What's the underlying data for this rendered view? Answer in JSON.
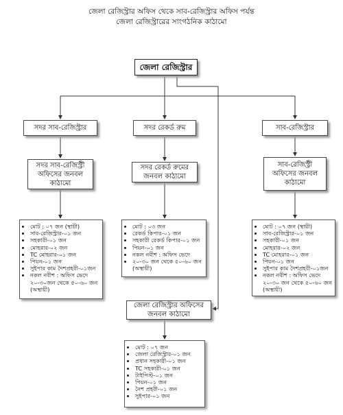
{
  "title": {
    "line1": "জেলা রেজিস্ট্রার অফিস থেকে সাব-রেজিস্ট্রার অফিস পর্যন্ত",
    "line2": "জেলা রেজিস্ট্রারের সাংগঠনিক কাঠামো"
  },
  "root": {
    "label": "জেলা রেজিস্ট্রার"
  },
  "level1": {
    "left": "সদর সাব-রেজিস্ট্রার",
    "middle": "সদর রেকর্ড রুম",
    "right": "সাব-রেজিস্ট্রার"
  },
  "level2": {
    "left": [
      "সদর সাব-রেজিস্ট্রী",
      "অফিসের জনবল",
      "কাঠামো"
    ],
    "middle": [
      "সদর রেকর্ড রুমের",
      "জনবল কাঠামো"
    ],
    "right": [
      "সাব-রেজিস্ট্রী",
      "অফিসের জনবল",
      "কাঠামো"
    ]
  },
  "district_office": {
    "lines": [
      "জেলা রেজিস্ট্রার অফিসের",
      "জনবল কাঠামো"
    ]
  },
  "lists": {
    "left": [
      "মোট : ০৭ জন (স্থায়ী)",
      "সাব-রেজিস্ট্রার-০১ জন",
      "সহকারী-০১ জন",
      "মোহরার-০২ জন",
      "TC মোহরার-০১ জন",
      "পিয়ন-০১ জন",
      "সুইপার কাম দৈশপ্রহরী-০১জন",
      "নকল নবীশ : অফিস ভেদে ২০-৩০জন থেকে ৫০-৬০ জন (অস্থায়ী)"
    ],
    "middle": [
      "মোট : ০৩ জন",
      "রেকর্ড কিপার-০১ জন",
      "সহকারী রেকর্ড কিপার-০১ জন",
      "পিয়ন-০১ জন",
      "নকল নবীশ : অফিস ভেদে",
      "২০-৩০ জন থেকে ৫০-৬০ জন (অস্থায়ী)"
    ],
    "right": [
      "মোট : ০৭ জন (স্থায়ী)",
      "সাব-রেজিস্ট্রার-০১ জন",
      "সহকারী-০১ জন",
      "মোহরার-০২ জন",
      "TC মোহরার-০১ জন",
      "পিয়ন-০১ জন",
      "সুইপার কাম দৈশপ্রহরী-০১জন",
      "নকল নবীশ : অফিস ভেদে ২০-৩০ জন থেকে ৫০-৬০ জন (অস্থায়ী)"
    ],
    "bottom": [
      "মোট : ০৭ জন",
      "জেলা রেজিস্ট্রার-০১ জন",
      "প্রধান সহকারী-০১ জন",
      "TC সহকারী-০১ জন",
      "টাইপিস্ট-০১ জন",
      "পিয়ন-০১ জন",
      "নৈশ প্রহরী-০১ জন",
      "সুইপার-০১ জন"
    ]
  }
}
